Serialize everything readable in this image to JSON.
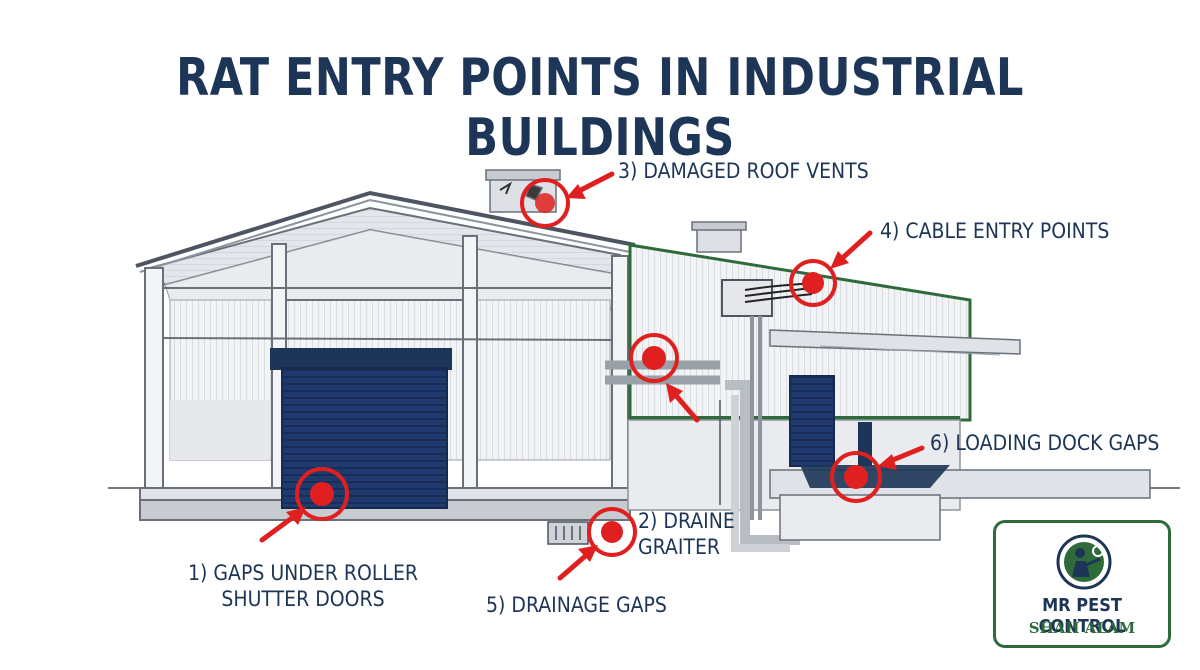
{
  "title": "RAT ENTRY POINTS IN INDUSTRIAL BUILDINGS",
  "callouts": {
    "roller_doors": "1) GAPS UNDER ROLLER\nSHUTTER DOORS",
    "drain_grate": "2) DRAINE\nGRAITER",
    "roof_vents": "3) DAMAGED ROOF VENTS",
    "cable_entry": "4) CABLE ENTRY POINTS",
    "drainage": "5) DRAINAGE GAPS",
    "loading_dock": "6) LOADING DOCK GAPS"
  },
  "logo": {
    "name": "MR PEST CONTROL",
    "location": "SHAH ALAM",
    "border_color": "#2f6b3a"
  },
  "colors": {
    "title": "#1d3557",
    "marker": "#e02020",
    "steel_trim": "#2f6b3a",
    "shutter": "#1f3a6e"
  }
}
